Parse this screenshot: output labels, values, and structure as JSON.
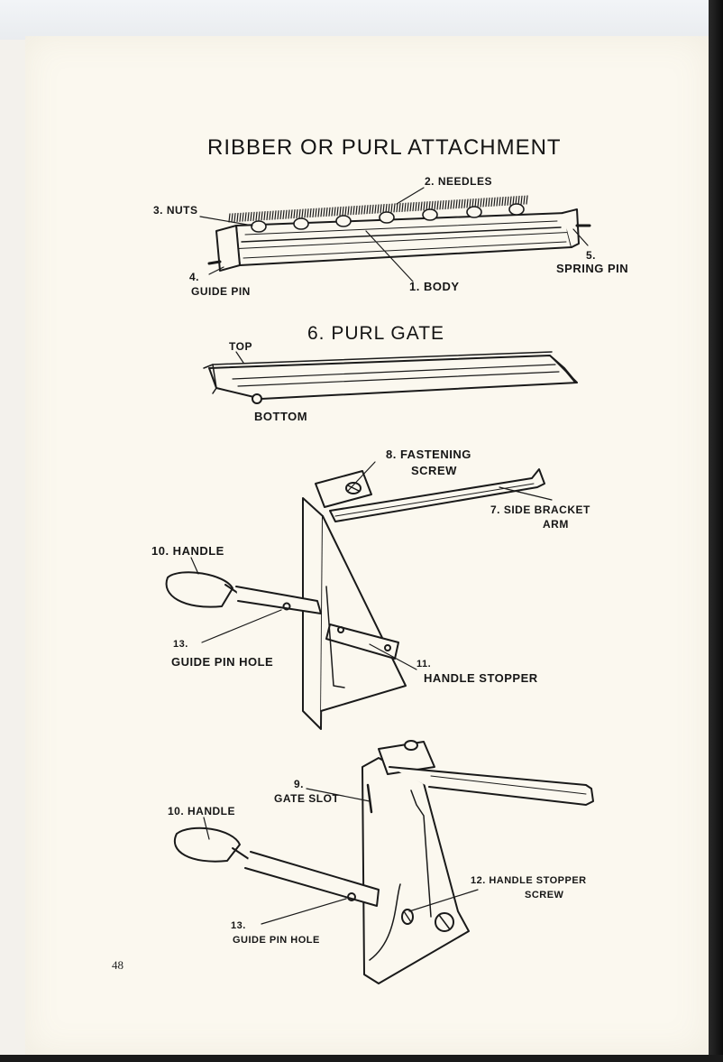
{
  "page": {
    "title": "RIBBER OR PURL ATTACHMENT",
    "page_number": "48"
  },
  "ribber": {
    "labels": {
      "nuts": "3. NUTS",
      "needles": "2. NEEDLES",
      "spring_pin_num": "5.",
      "spring_pin": "SPRING PIN",
      "guide_pin_num": "4.",
      "guide_pin": "GUIDE PIN",
      "body": "1. BODY"
    }
  },
  "purl_gate": {
    "title": "6. PURL GATE",
    "top": "TOP",
    "bottom": "BOTTOM"
  },
  "bracket_1": {
    "fastening_screw_1": "8. FASTENING",
    "fastening_screw_2": "SCREW",
    "side_bracket_1": "7. SIDE BRACKET",
    "side_bracket_2": "ARM",
    "handle": "10. HANDLE",
    "guide_pin_hole_num": "13.",
    "guide_pin_hole": "GUIDE PIN HOLE",
    "handle_stopper_num": "11.",
    "handle_stopper": "HANDLE STOPPER"
  },
  "bracket_2": {
    "gate_slot_num": "9.",
    "gate_slot": "GATE SLOT",
    "handle": "10. HANDLE",
    "stopper_screw_1": "12. HANDLE STOPPER",
    "stopper_screw_2": "SCREW",
    "guide_pin_hole_num": "13.",
    "guide_pin_hole": "GUIDE PIN HOLE"
  },
  "colors": {
    "paper": "#fbf8ef",
    "ink": "#161616",
    "scan_border": "#0c0c0c"
  }
}
